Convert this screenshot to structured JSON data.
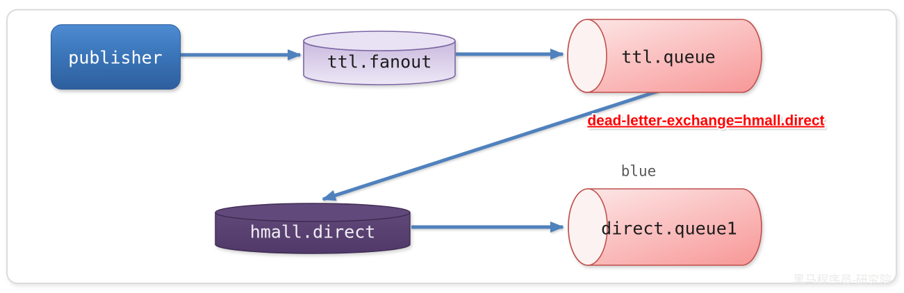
{
  "diagram_type": "rabbitmq-dead-letter-flow",
  "nodes": [
    {
      "id": "publisher",
      "label": "publisher",
      "type": "publisher"
    },
    {
      "id": "ttl.fanout",
      "label": "ttl.fanout",
      "type": "fanout-exchange"
    },
    {
      "id": "ttl.queue",
      "label": "ttl.queue",
      "type": "queue"
    },
    {
      "id": "hmall.direct",
      "label": "hmall.direct",
      "type": "direct-exchange"
    },
    {
      "id": "direct.queue1",
      "label": "direct.queue1",
      "type": "queue"
    }
  ],
  "edges": [
    {
      "from": "publisher",
      "to": "ttl.fanout",
      "label": ""
    },
    {
      "from": "ttl.fanout",
      "to": "ttl.queue",
      "label": ""
    },
    {
      "from": "ttl.queue",
      "to": "hmall.direct",
      "label": "dead-letter-exchange=hmall.direct"
    },
    {
      "from": "hmall.direct",
      "to": "direct.queue1",
      "label": "blue"
    }
  ],
  "annotations": {
    "dead_letter_label": "dead-letter-exchange=hmall.direct",
    "routing_key_label": "blue",
    "watermark": "黑马程序员-研究院"
  },
  "colors": {
    "arrow_blue": "#4f81bd",
    "publisher_blue_top": "#4d8bd2",
    "publisher_blue_bottom": "#2e5f9e",
    "fanout_lavender_light": "#eee8f7",
    "fanout_lavender_dark": "#c9bade",
    "fanout_border": "#7c66a4",
    "queue_pink_light": "#fdeded",
    "queue_pink_dark": "#f89c9c",
    "queue_border": "#c0504d",
    "direct_exchange_purple": "#58406f",
    "direct_exchange_border": "#3f2b53",
    "dead_letter_red": "#ff0000",
    "routing_key_gray": "#595959"
  }
}
